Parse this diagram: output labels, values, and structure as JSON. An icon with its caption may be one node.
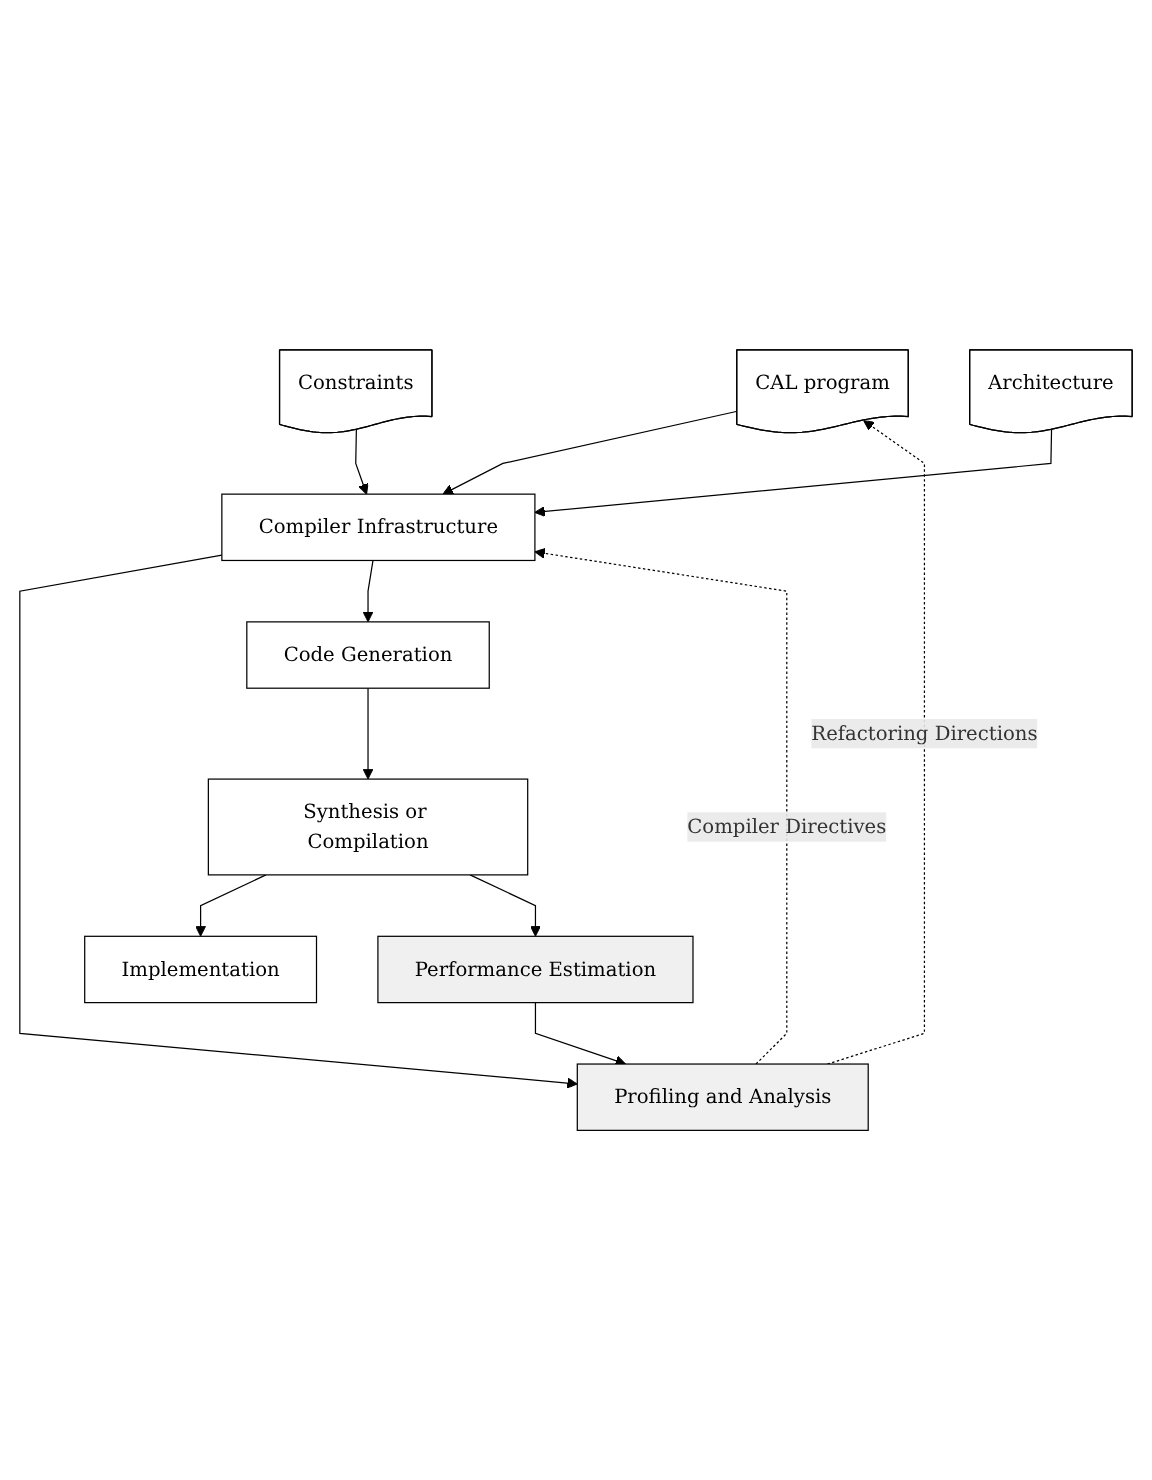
{
  "diagram": {
    "nodes": [
      {
        "text": [
          "CAL program"
        ]
      },
      {
        "text": [
          "Constraints"
        ]
      },
      {
        "text": [
          "Architecture"
        ]
      },
      {
        "text": [
          "Compiler Infrastructure"
        ]
      },
      {
        "text": [
          "Profiling and Analysis"
        ]
      },
      {
        "text": [
          "Code Generation"
        ]
      },
      {
        "text": [
          "Performance Estimation"
        ]
      },
      {
        "text": [
          "Synthesis or Compilation"
        ]
      },
      {
        "text": [
          "Implementation"
        ]
      }
    ],
    "edges": [
      {
        "from": 0,
        "to": 3,
        "arrow": "to"
      },
      {
        "from": 1,
        "to": 3,
        "arrow": "to"
      },
      {
        "from": 2,
        "to": 3,
        "arrow": "to"
      },
      {
        "from": 3,
        "to": 4,
        "arrow": "to"
      },
      {
        "from": 3,
        "to": 5,
        "arrow": "to"
      },
      {
        "from": 5,
        "to": 7,
        "arrow": "to"
      },
      {
        "from": 7,
        "to": 8,
        "arrow": "to"
      },
      {
        "from": 7,
        "to": 6,
        "arrow": "to"
      },
      {
        "from": 6,
        "to": 4,
        "arrow": "to"
      },
      {
        "from": 4,
        "to": 0,
        "arrow": "to",
        "label": "Refactoring Directions",
        "style": "dashed"
      },
      {
        "from": 4,
        "to": 3,
        "arrow": "to",
        "label": "Compiler Directives",
        "style": "dashed"
      }
    ]
  }
}
